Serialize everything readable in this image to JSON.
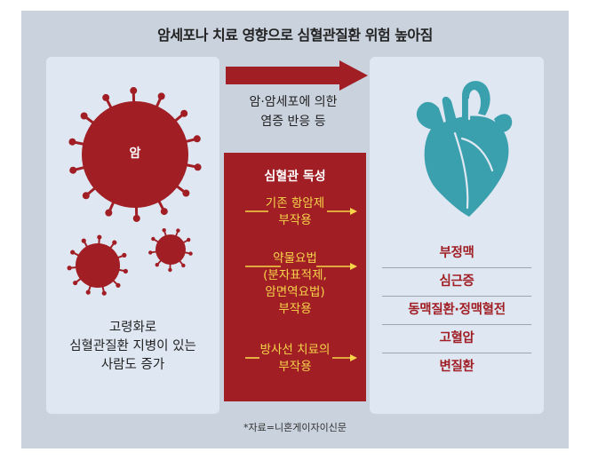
{
  "title": "암세포나 치료 영향으로 심혈관질환 위험 높아짐",
  "left": {
    "cancer_label": "암",
    "description_lines": [
      "고령화로",
      "심혈관질환 지병이 있는",
      "사람도 증가"
    ]
  },
  "mechanism_lines": [
    "암·암세포에 의한",
    "염증 반응 등"
  ],
  "toxicity": {
    "title": "심혈관 독성",
    "items": [
      {
        "lines": [
          "기존 항암제",
          "부작용"
        ]
      },
      {
        "lines": [
          "약물요법",
          "(분자표적제,",
          "암면역요법)",
          "부작용"
        ]
      },
      {
        "lines": [
          "방사선 치료의",
          "부작용"
        ]
      }
    ]
  },
  "diseases": [
    "부정맥",
    "심근증",
    "동맥질환·정맥혈전",
    "고혈압",
    "변질환"
  ],
  "source": "*자료=니혼게이자이신문",
  "colors": {
    "accent_red": "#a01e24",
    "highlight_yellow": "#f7d54a",
    "heart_teal": "#3ba0ad",
    "background": "#c9d2dd",
    "box": "#dee7f2"
  },
  "icons": [
    "cancer-cell-icon",
    "heart-icon",
    "arrow-right-icon"
  ]
}
